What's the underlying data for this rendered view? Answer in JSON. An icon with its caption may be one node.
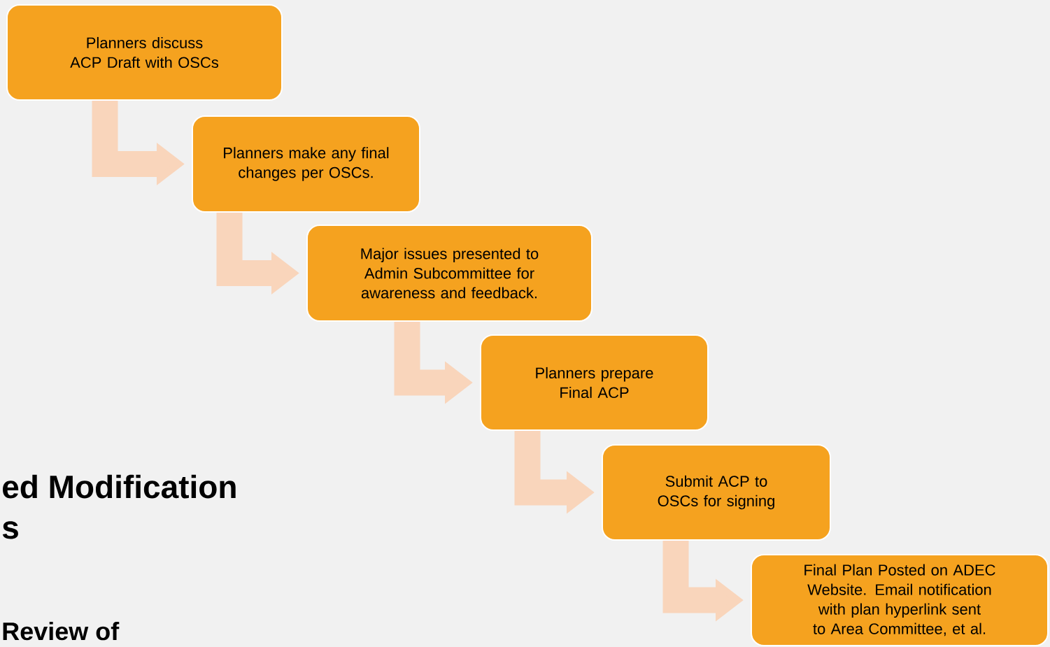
{
  "diagram": {
    "nodes": [
      {
        "text": [
          "Planners discuss ACP Draft with OSCs"
        ]
      },
      {
        "text": [
          "Planners make any final changes per OSCs."
        ]
      },
      {
        "text": [
          "Major issues presented to Admin Subcommittee for awareness and feedback."
        ]
      },
      {
        "text": [
          "Planners prepare Final ACP"
        ]
      },
      {
        "text": [
          "Submit ACP to OSCs for signing"
        ]
      },
      {
        "text": [
          "Final Plan Posted on ADEC Website. Email notification with plan hyperlink sent to Area Committee, et al."
        ]
      }
    ],
    "edges": [
      {
        "from": 0,
        "to": 1,
        "arrow": "to"
      },
      {
        "from": 1,
        "to": 2,
        "arrow": "to"
      },
      {
        "from": 2,
        "to": 3,
        "arrow": "to"
      },
      {
        "from": 3,
        "to": 4,
        "arrow": "to"
      },
      {
        "from": 4,
        "to": 5,
        "arrow": "to"
      }
    ],
    "labels": [
      "ed Modification",
      "s",
      "Review of"
    ]
  }
}
